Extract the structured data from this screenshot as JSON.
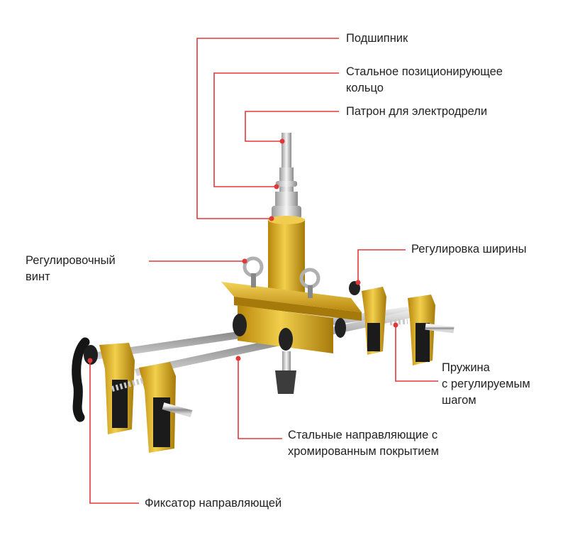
{
  "accent_color": "#e3383b",
  "product_icon": "door-lock-mortiser-jig-icon",
  "labels": {
    "bearing": "Подшипник",
    "positioning_ring": [
      "Стальное позиционирующее",
      "кольцо"
    ],
    "drill_chuck": "Патрон для электродрели",
    "adjusting_screw": [
      "Регулировочный",
      "винт"
    ],
    "width_adjustment": "Регулировка ширины",
    "spring": [
      "Пружина",
      "с регулируемым",
      "шагом"
    ],
    "steel_guides": [
      "Стальные направляющие с",
      "хромированным покрытием"
    ],
    "guide_lock": "Фиксатор направляющей"
  }
}
